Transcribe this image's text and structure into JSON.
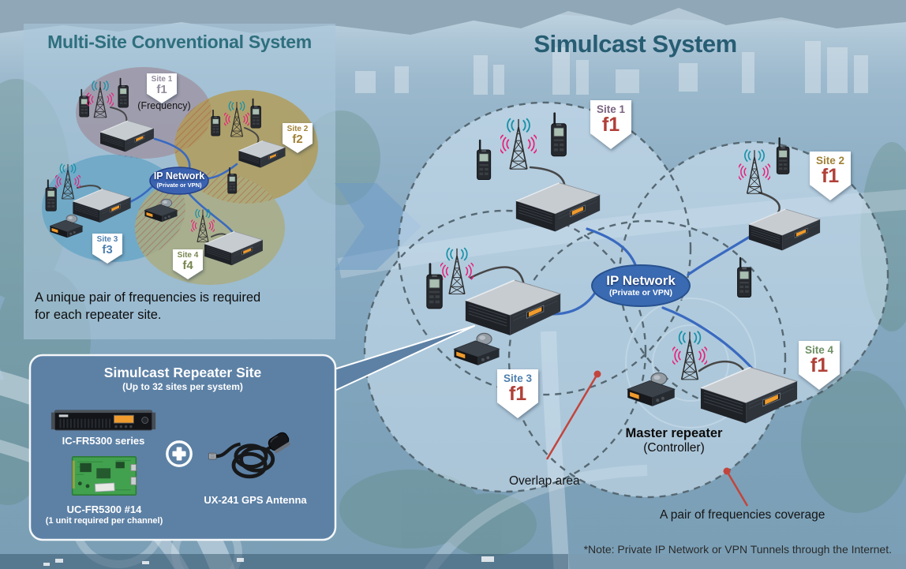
{
  "left_panel": {
    "title": "Multi-Site Conventional System",
    "frequency_note": "(Frequency)",
    "sites": [
      {
        "name": "Site 1",
        "freq": "f1"
      },
      {
        "name": "Site 2",
        "freq": "f2"
      },
      {
        "name": "Site 3",
        "freq": "f3"
      },
      {
        "name": "Site 4",
        "freq": "f4"
      }
    ],
    "ip_network": {
      "name": "IP Network",
      "type": "(Private or VPN)"
    },
    "caption_line1": "A unique pair of frequencies is required",
    "caption_line2": "for each repeater site."
  },
  "simulcast": {
    "title": "Simulcast System",
    "sites": [
      {
        "name": "Site 1",
        "freq": "f1"
      },
      {
        "name": "Site 2",
        "freq": "f1"
      },
      {
        "name": "Site 3",
        "freq": "f1"
      },
      {
        "name": "Site 4",
        "freq": "f1"
      }
    ],
    "ip_network": {
      "name": "IP Network",
      "type": "(Private or VPN)"
    },
    "master_repeater": "Master repeater",
    "controller": "(Controller)",
    "overlap_label": "Overlap area",
    "coverage_label": "A pair of frequencies coverage",
    "note": "*Note: Private IP Network or VPN Tunnels through the Internet."
  },
  "repeater_box": {
    "title": "Simulcast Repeater Site",
    "subtitle": "(Up to 32 sites per system)",
    "repeater_label": "IC-FR5300 series",
    "board_label": "UC-FR5300 #14",
    "board_sublabel": "(1 unit required per channel)",
    "antenna_label": "UX-241 GPS Antenna"
  },
  "icons": {
    "radio_tower": "lattice radio tower with teal and pink signal waves",
    "handheld_radio": "portable two-way radio",
    "repeater_unit": "rack-mount repeater with orange display",
    "mobile_radio": "mobile radio with hand microphone",
    "circuit_board": "green controller PCB",
    "gps_antenna": "coiled-cable GPS antenna",
    "plus": "+"
  },
  "colors": {
    "left_title": "#2e6f7e",
    "right_title": "#275d73",
    "f1_red": "#b04038",
    "site1_left": "#938c9c",
    "site2_left": "#a08136",
    "site3_left": "#4d7fae",
    "site4_left": "#76854f",
    "site1_right": "#7a6380",
    "site2_right": "#a08136",
    "site3_right": "#4d7fae",
    "site4_right": "#6e8f63",
    "ellipse_site1": "#9e94a3",
    "ellipse_site2": "#b29a51",
    "ellipse_site3": "#66a5c6",
    "ellipse_site4": "#abab7d",
    "ip_network_bg": "#3a62b0",
    "cloud_fill": "#d3e6f4",
    "cloud_border": "#566872",
    "box_bg": "#5d81a5",
    "hatch_red": "#b0403a",
    "wave_teal": "#1791a8",
    "wave_pink": "#ea1e79",
    "display_orange": "#ef9b2d",
    "link_blue": "#3a6ac0",
    "annotation_red": "#c2453d"
  }
}
